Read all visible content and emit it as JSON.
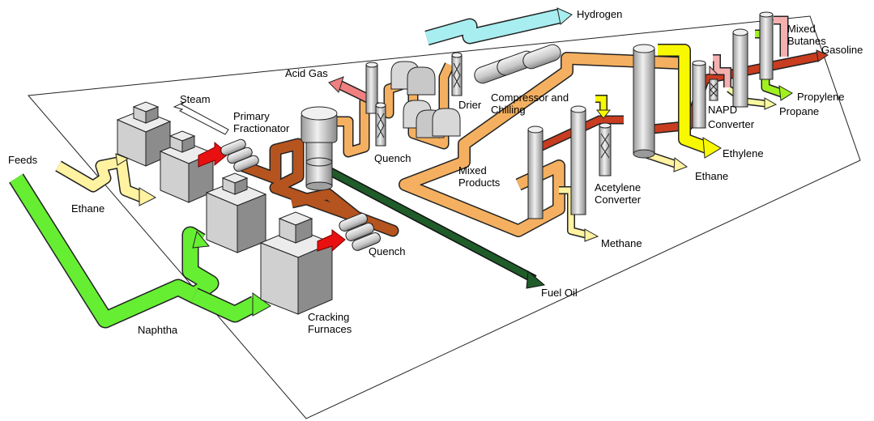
{
  "labels": {
    "feeds": "Feeds",
    "ethane_feed": "Ethane",
    "naphtha": "Naphtha",
    "steam": "Steam",
    "primary_fractionator_1": "Primary",
    "primary_fractionator_2": "Fractionator",
    "acid_gas": "Acid Gas",
    "quench_top": "Quench",
    "quench_bottom": "Quench",
    "drier": "Drier",
    "compressor_1": "Compressor and",
    "compressor_2": "Chilling",
    "hydrogen": "Hydrogen",
    "mixed_products_1": "Mixed",
    "mixed_products_2": "Products",
    "acetylene_1": "Acetylene",
    "acetylene_2": "Converter",
    "methane": "Methane",
    "ethane_product": "Ethane",
    "ethylene": "Ethylene",
    "propane": "Propane",
    "propylene": "Propylene",
    "napd_1": "NAPD",
    "napd_2": "Converter",
    "mixed_butanes_1": "Mixed",
    "mixed_butanes_2": "Butanes",
    "gasoline": "Gasoline",
    "fuel_oil": "Fuel Oil",
    "cracking_1": "Cracking",
    "cracking_2": "Furnaces"
  },
  "colors": {
    "naphtha": "#66ee33",
    "ethane_feed": "#fff2a0",
    "cracked_gas": "#b5541f",
    "process_gas": "#f4b060",
    "hydrogen": "#a8eef0",
    "fuel_oil": "#1f5c2a",
    "ethylene": "#f8f800",
    "acid_gas": "#f08080",
    "gasoline": "#c83c20",
    "butanes": "#f4b0b0",
    "propylene": "#a0f020",
    "red_arrow": "#e81010",
    "equipment": "#d8d8d8",
    "equipment_dark": "#8c8c8c"
  }
}
